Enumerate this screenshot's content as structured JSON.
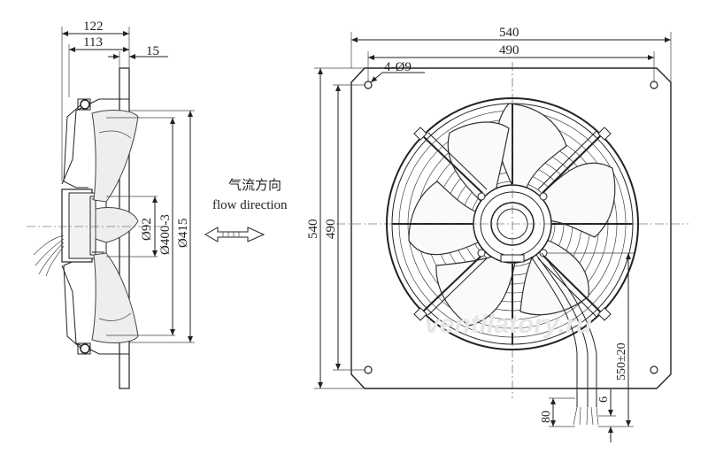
{
  "side_view": {
    "dim_overall_depth": "122",
    "dim_depth": "113",
    "dim_plate": "15",
    "dim_hub": "Ø92",
    "dim_impeller": "Ø400-3",
    "dim_venturi": "Ø415"
  },
  "airflow": {
    "label_cn": "气流方向",
    "label_en": "flow direction"
  },
  "front_view": {
    "dim_plate_width": "540",
    "dim_hole_spacing_x": "490",
    "dim_holes": "4-Ø9",
    "dim_plate_height": "540",
    "dim_hole_spacing_y": "490",
    "dim_cable_length": "550±20",
    "dim_cable_end": "80",
    "dim_cable_strip": "6"
  },
  "watermark": "ventilatory.ru"
}
